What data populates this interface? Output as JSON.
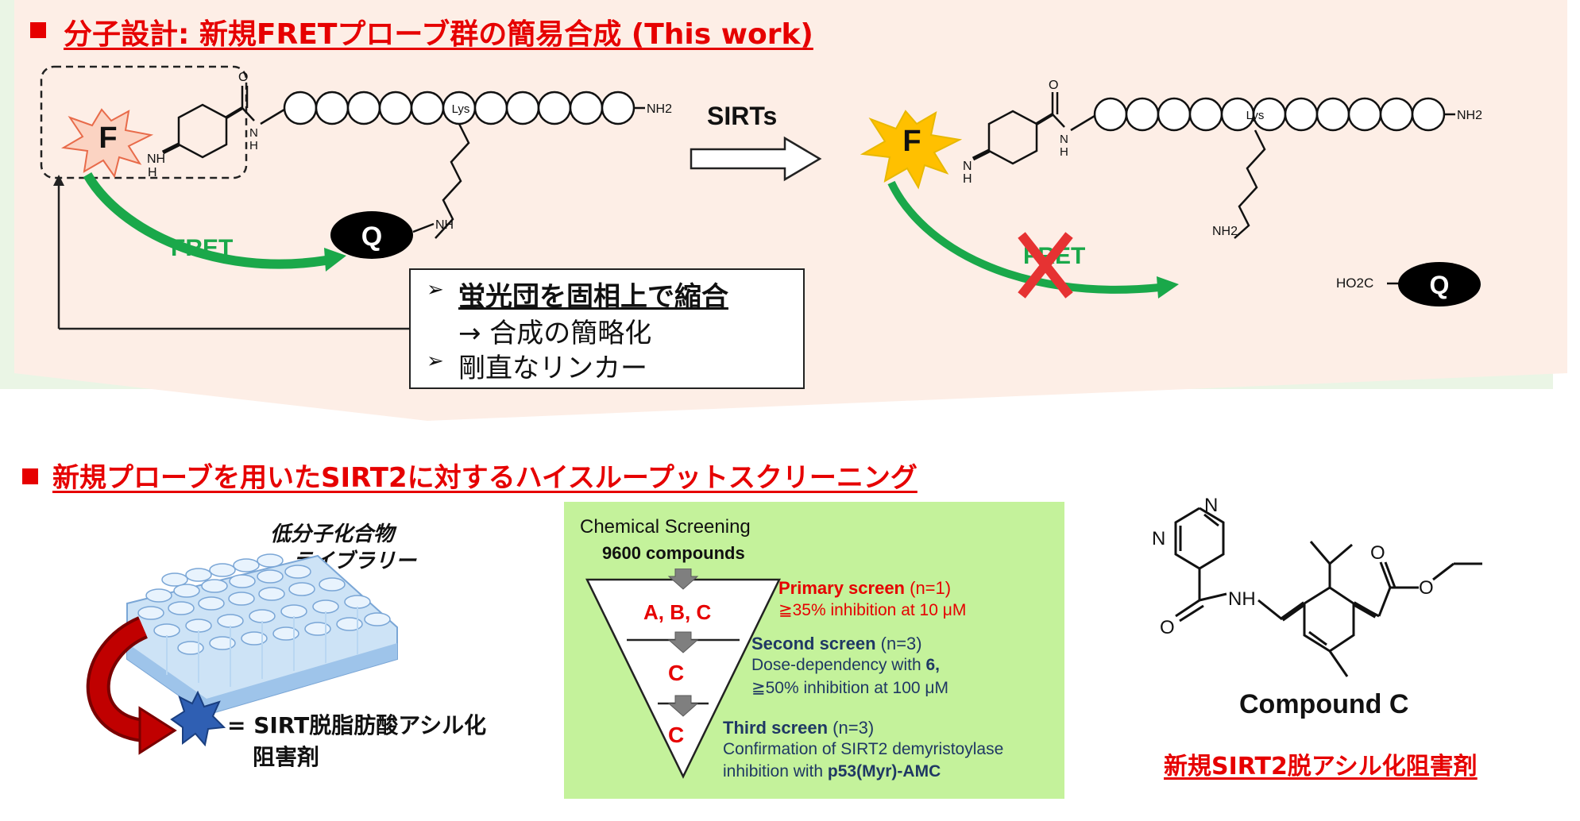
{
  "top_section": {
    "title": "分子設計: 新規FRETプローブ群の簡易合成 (This work)",
    "probe_left": {
      "fluorophore": "F",
      "quencher": "Q",
      "lys_label": "Lys",
      "nh2_label": "NH2",
      "nh_label": "NH",
      "h_label": "H",
      "o_label": "O",
      "fret_label": "FRET"
    },
    "reaction_arrow_label": "SIRTs",
    "probe_right": {
      "fluorophore": "F",
      "lys_label": "Lys",
      "nh2_label": "NH2",
      "nh2_side_label": "NH2",
      "fret_label": "FRET",
      "quencher": "Q",
      "ho2c_label": "HO2C"
    },
    "notes": {
      "line1": "蛍光団を固相上で縮合",
      "line2": "→ 合成の簡略化",
      "line3": "剛直なリンカー",
      "bullet": "➢"
    }
  },
  "bottom_section": {
    "title": "新規プローブを用いたSIRT2に対するハイスループットスクリーニング",
    "library_label_1": "低分子化合物",
    "library_label_2": "ライブラリー",
    "inhibitor_label_1": "= SIRT脱脂肪酸アシル化",
    "inhibitor_label_2": "阻害剤",
    "screening": {
      "title": "Chemical Screening",
      "count": "9600 compounds",
      "stage1_hits": "A, B, C",
      "stage2_hits": "C",
      "stage3_hits": "C",
      "primary_title": "Primary screen",
      "primary_n": "(n=1)",
      "primary_detail": "≧35% inhibition at 10 μM",
      "second_title": "Second screen",
      "second_n": "(n=3)",
      "second_detail1": "Dose-dependency with ",
      "second_detail1_bold": "6,",
      "second_detail2": "≧50% inhibition at 100 μM",
      "third_title": "Third screen",
      "third_n": "(n=3)",
      "third_detail1": "Confirmation of SIRT2 demyristoylase",
      "third_detail2": "inhibition with ",
      "third_detail2_bold": "p53(Myr)-AMC"
    },
    "compound": {
      "n1": "N",
      "n2": "N",
      "nh": "NH",
      "o1": "O",
      "o2": "O",
      "o3": "O",
      "name": "Compound C",
      "caption": "新規SIRT2脱アシル化阻害剤"
    }
  },
  "colors": {
    "accent_red": "#e60000",
    "fret_green": "#1aa84a",
    "top_bg": "#fdeee6",
    "bottom_bg": "#eaf5e5",
    "screen_bg": "#c4f29b",
    "navy": "#1f3864"
  }
}
